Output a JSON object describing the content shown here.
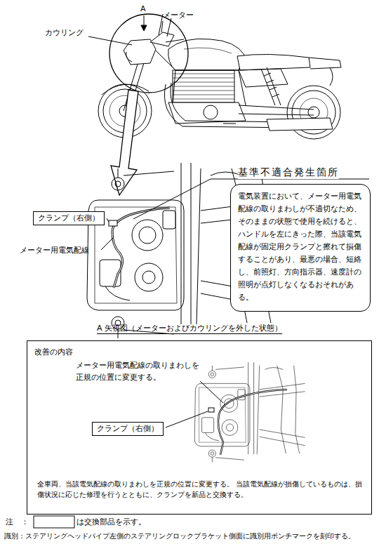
{
  "diagram": {
    "nodes": [
      {
        "text": [
          "基準不適合発生箇所",
          "電気装置において、メーター用電気配線の取りまわしが不適切なため、そのままの状態で使用を続けると、ハンドルを左にきった際、当該電気配線が固定用クランプと擦れて損傷することがあり、最悪の場合、短絡し、前照灯、方向指示器、速度計の照明が点灯しなくなるおそれがある。"
        ]
      },
      {
        "text": [
          "クランプ（右側）"
        ]
      },
      {
        "text": [
          "改善の内容",
          "全車両、当該電気配線の取りまわしを正規の位置に変更する。 当該電気配線が損傷しているものは、損傷状況に応じた修理を行うとともに、クランプを新品と交換する。"
        ]
      },
      {
        "text": [
          "クランプ（右側）"
        ],
        "in": 2
      }
    ],
    "labels": [
      "A",
      "メーター",
      "カウリング",
      "メーター用電気配線",
      "A 矢視図（メーターおよびカウリングを外した状態）",
      "メーター用電気配線の取りまわしを正規の位置に変更する。",
      "注　：",
      "は交換部品を示す。",
      "識別：ステアリングヘッドパイプ左側のステアリングロックブラケット側面に識別用ポンチマークを刻印する。"
    ]
  }
}
